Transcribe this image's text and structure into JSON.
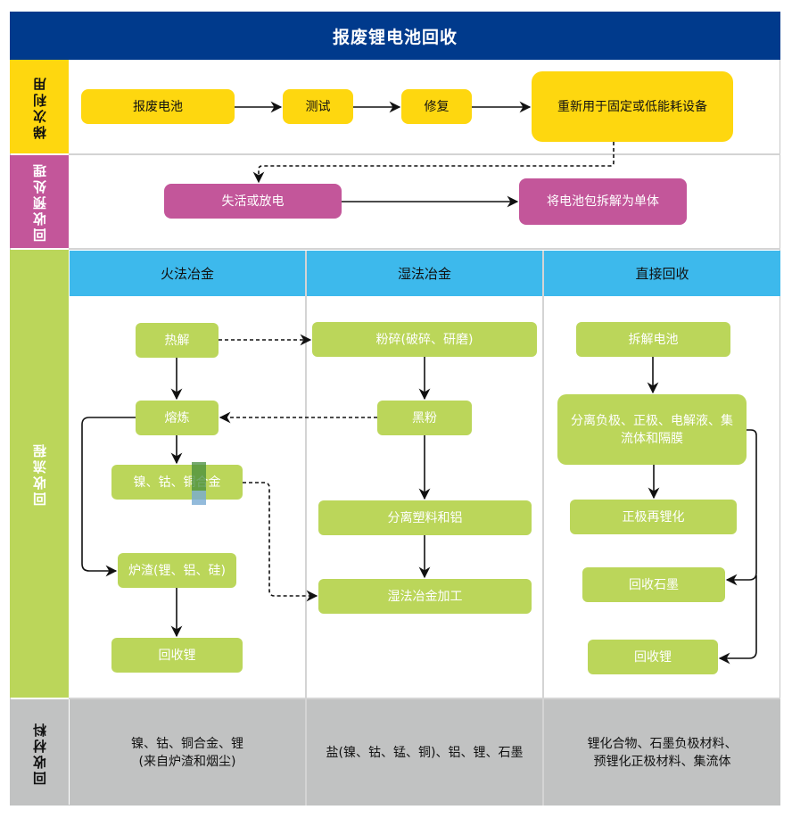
{
  "title": "报废锂电池回收",
  "rows": {
    "cascade": {
      "label": "梯次利用",
      "color": "#FED70F"
    },
    "pretreat": {
      "label": "回收预处理",
      "color": "#C3569A"
    },
    "process": {
      "label": "回收流程",
      "color": "#BBD65A"
    },
    "materials": {
      "label": "回收材料",
      "color": "#C1C2C2"
    }
  },
  "cascade_flow": [
    "报废电池",
    "测试",
    "修复",
    "重新用于固定或低能耗设备"
  ],
  "pretreat_flow": [
    "失活或放电",
    "将电池包拆解为单体"
  ],
  "columns": [
    {
      "header": "火法冶金",
      "steps": [
        "热解",
        "熔炼",
        "镍、钴、铜合金",
        "炉渣(锂、铝、硅)",
        "回收锂"
      ],
      "materials": [
        "镍、钴、铜合金、锂",
        "(来自炉渣和烟尘)"
      ]
    },
    {
      "header": "湿法冶金",
      "steps": [
        "粉碎(破碎、研磨)",
        "黑粉",
        "分离塑料和铝",
        "湿法冶金加工"
      ],
      "materials": [
        "盐(镍、钴、锰、铜)、铝、锂、石墨"
      ]
    },
    {
      "header": "直接回收",
      "steps": [
        "拆解电池",
        "分离负极、正极、电解液、集流体和隔膜",
        "正极再锂化",
        "回收石墨",
        "回收锂"
      ],
      "materials": [
        "锂化合物、石墨负极材料、",
        "预锂化正极材料、集流体"
      ]
    }
  ],
  "colors": {
    "title_bg": "#003A8C",
    "column_header_bg": "#3DB9EC",
    "step_box": "#BBD65A",
    "connector": "#111111"
  }
}
